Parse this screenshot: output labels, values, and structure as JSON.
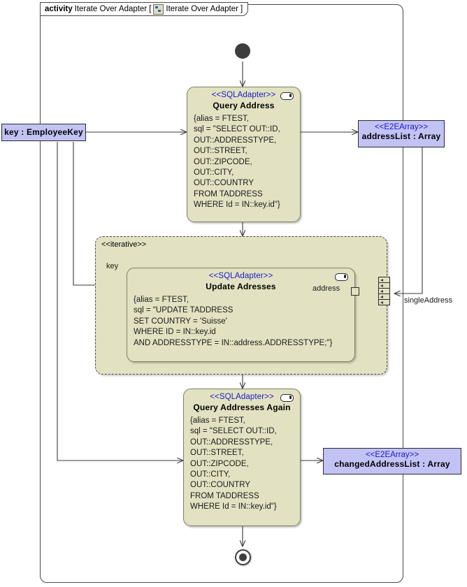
{
  "diagram": {
    "kind": "uml-activity-diagram",
    "frame": {
      "keyword": "activity",
      "name": "Iterate Over Adapter",
      "bracket_open": "[",
      "icon": "activity-diagram-icon",
      "diagram_name": "Iterate Over Adapter",
      "bracket_close": "]"
    },
    "nodes": {
      "initial": {
        "name": "initial-node",
        "label": ""
      },
      "final": {
        "name": "activity-final-node",
        "label": ""
      },
      "query_address": {
        "stereotype": "<<SQLAdapter>>",
        "name": "Query  Address",
        "body": "{alias = FTEST,\nsql = \"SELECT OUT::ID,\nOUT::ADDRESSTYPE,\nOUT::STREET,\nOUT::ZIPCODE,\nOUT::CITY,\nOUT::COUNTRY\nFROM TADDRESS\nWHERE Id = IN::key.id\"}"
      },
      "update_addresses": {
        "stereotype": "<<SQLAdapter>>",
        "name": "Update Adresses",
        "body": "{alias = FTEST,\nsql = \"UPDATE TADDRESS\nSET COUNTRY = 'Suisse'\nWHERE ID = IN::key.id\nAND ADDRESSTYPE = IN::address.ADDRESSTYPE;\"}",
        "pin_in_label": "key",
        "pin_out_label": "address"
      },
      "query_addresses_again": {
        "stereotype": "<<SQLAdapter>>",
        "name": "Query  Addresses Again",
        "body": "{alias = FTEST,\nsql = \"SELECT OUT::ID,\nOUT::ADDRESSTYPE,\nOUT::STREET,\nOUT::ZIPCODE,\nOUT::CITY,\nOUT::COUNTRY\nFROM TADDRESS\nWHERE Id = IN::key.id\"}"
      },
      "key_object": {
        "label": "key : EmployeeKey"
      },
      "address_list": {
        "stereotype": "<<E2EArray>>",
        "name": "addressList : Array"
      },
      "changed_address_list": {
        "stereotype": "<<E2EArray>>",
        "name": "changedAddressList : Array"
      },
      "iterative_region": {
        "stereotype": "<<iterative>>",
        "expansion_pin_label": "singleAddress"
      }
    },
    "colors": {
      "action_fill": "#e2e2c2",
      "action_border": "#7d7d66",
      "object_fill": "#c2c2f5",
      "object_border": "#2b2b2b",
      "stereotype_text": "#1919c8",
      "edge": "#3a3a3a",
      "frame_border": "#4a4a4a",
      "control_node": "#3d3d3d"
    }
  }
}
